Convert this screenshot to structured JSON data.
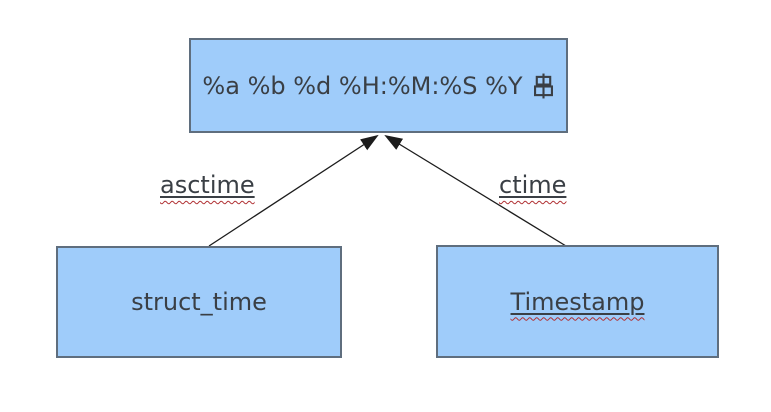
{
  "diagram": {
    "colors": {
      "node_fill": "#9fccfa",
      "node_border": "#5f6e7e",
      "text": "#3a3f45",
      "arrow": "#1c1c1c",
      "spellcheck": "#b03033",
      "background": "#ffffff"
    },
    "nodes": [
      {
        "id": "format-string",
        "label": "%a %b %d %H:%M:%S %Y 串",
        "label_text_part": "%a %b %d %H:%M:%S %Y",
        "label_cjk_part": "串"
      },
      {
        "id": "struct-time",
        "label": "struct_time"
      },
      {
        "id": "timestamp",
        "label": "Timestamp"
      }
    ],
    "edges": [
      {
        "id": "asctime",
        "label": "asctime",
        "from": "struct_time",
        "to": "format-string"
      },
      {
        "id": "ctime",
        "label": "ctime",
        "from": "Timestamp",
        "to": "format-string"
      }
    ]
  }
}
